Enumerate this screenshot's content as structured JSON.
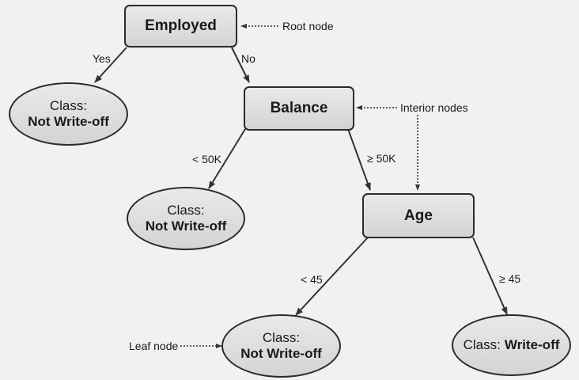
{
  "decision_nodes": {
    "employed": "Employed",
    "balance": "Balance",
    "age": "Age"
  },
  "leaf_nodes": {
    "leaf1": {
      "class_label": "Class:",
      "value": "Not Write-off"
    },
    "leaf2": {
      "class_label": "Class:",
      "value": "Not Write-off"
    },
    "leaf3": {
      "class_label": "Class:",
      "value": "Not Write-off"
    },
    "leaf4": {
      "class_label": "Class:",
      "value": "Write-off"
    }
  },
  "edge_labels": {
    "yes": "Yes",
    "no": "No",
    "balance_lt": "< 50K",
    "balance_ge": "≥ 50K",
    "age_lt": "< 45",
    "age_ge": "≥ 45"
  },
  "annotations": {
    "root": "Root node",
    "interior": "Interior nodes",
    "leaf": "Leaf node"
  }
}
